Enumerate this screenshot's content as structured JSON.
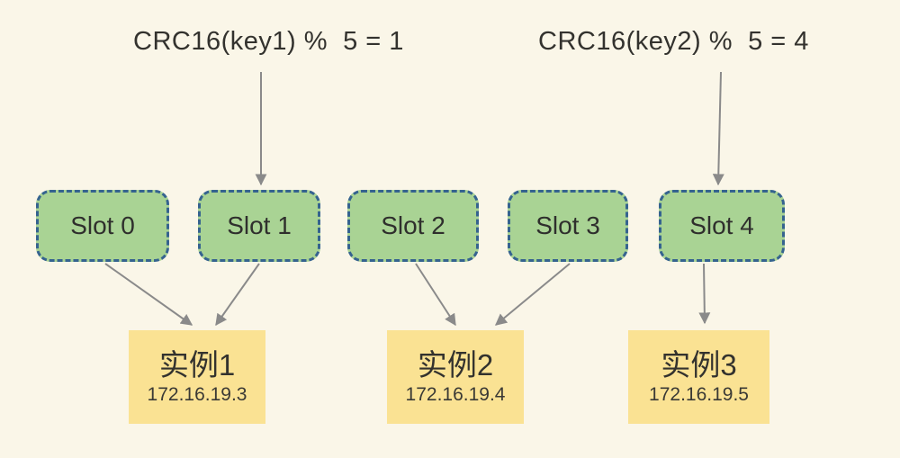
{
  "diagram": {
    "background": "#FAF6E8",
    "colors": {
      "slot_fill": "#A9D394",
      "slot_border": "#35638F",
      "instance_fill": "#FAE293",
      "arrow": "#8A8A8A",
      "text": "#33322E"
    },
    "annotations": {
      "crc1": "CRC16(key1) %  5 = 1",
      "crc2": "CRC16(key2) %  5 = 4"
    },
    "slots": [
      {
        "label": "Slot 0"
      },
      {
        "label": "Slot 1"
      },
      {
        "label": "Slot 2"
      },
      {
        "label": "Slot 3"
      },
      {
        "label": "Slot 4"
      }
    ],
    "instances": [
      {
        "name": "实例1",
        "ip": "172.16.19.3"
      },
      {
        "name": "实例2",
        "ip": "172.16.19.4"
      },
      {
        "name": "实例3",
        "ip": "172.16.19.5"
      }
    ],
    "connections": [
      {
        "from": "CRC16(key1) % 5 = 1",
        "to": "Slot 1"
      },
      {
        "from": "CRC16(key2) % 5 = 4",
        "to": "Slot 4"
      },
      {
        "from": "Slot 0",
        "to": "实例1"
      },
      {
        "from": "Slot 1",
        "to": "实例1"
      },
      {
        "from": "Slot 2",
        "to": "实例2"
      },
      {
        "from": "Slot 3",
        "to": "实例2"
      },
      {
        "from": "Slot 4",
        "to": "实例3"
      }
    ]
  }
}
